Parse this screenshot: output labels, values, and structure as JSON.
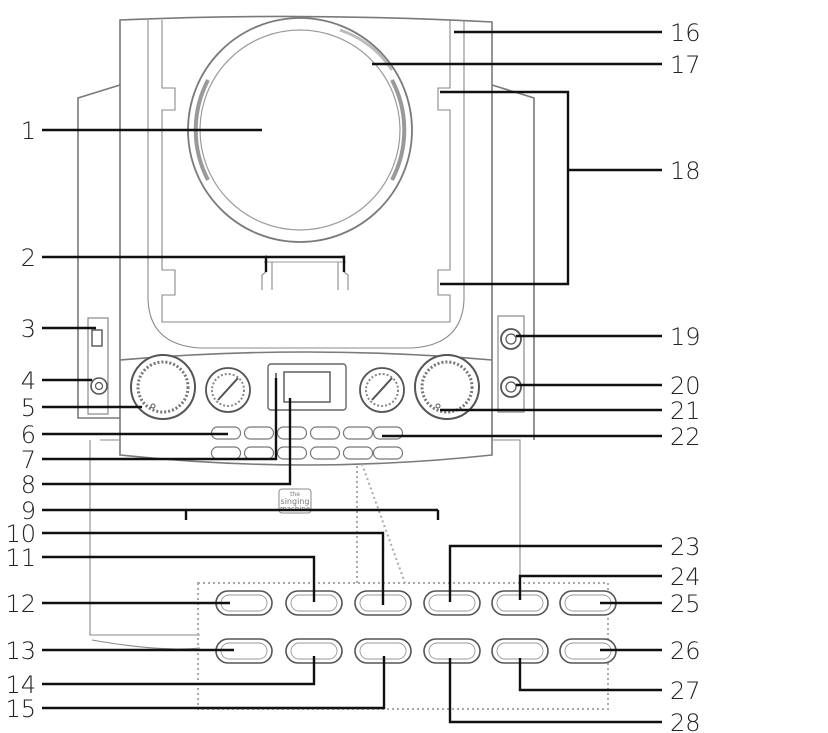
{
  "callouts_left": [
    "1",
    "2",
    "3",
    "4",
    "5",
    "6",
    "7",
    "8",
    "9",
    "10",
    "11",
    "12",
    "13",
    "14",
    "15"
  ],
  "callouts_right": [
    "16",
    "17",
    "18",
    "19",
    "20",
    "21",
    "22",
    "23",
    "24",
    "25",
    "26",
    "27",
    "28"
  ],
  "logo": {
    "line1": "the",
    "line2": "singing",
    "line3": "machine"
  }
}
